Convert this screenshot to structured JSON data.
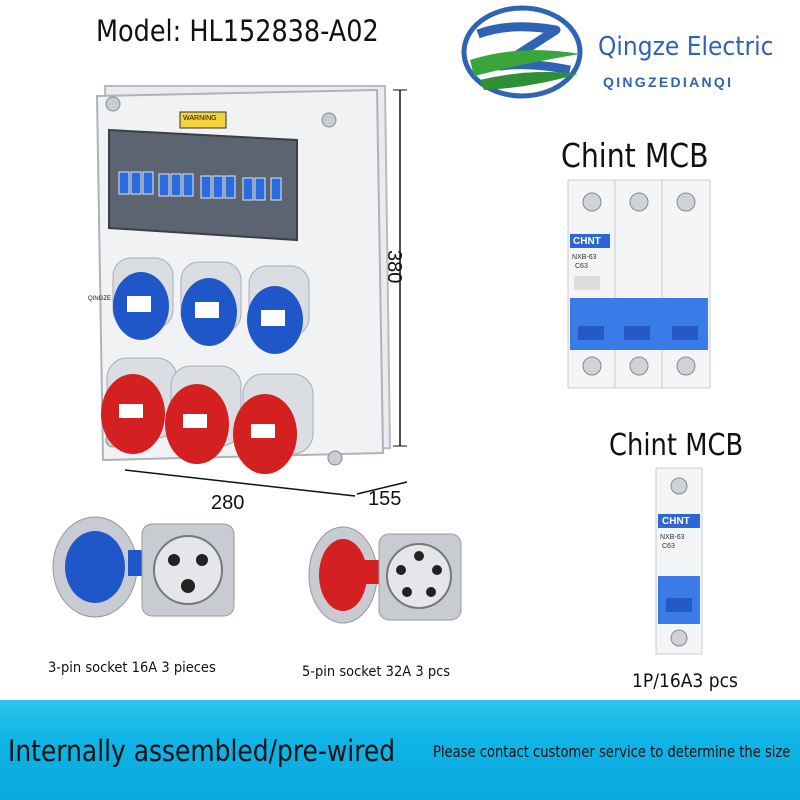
{
  "header": {
    "model": "Model: HL152838-A02"
  },
  "brand": {
    "name": "Qingze Electric",
    "subtitle": "QINGZEDIANQI",
    "logo": "qingze-logo",
    "color": "#2f63b4"
  },
  "box": {
    "warning_label": "WARNING",
    "socket_brand": "QINGZE",
    "dimensions": {
      "height": "380",
      "width": "280",
      "depth": "155"
    }
  },
  "mcb_3p": {
    "title": "Chint MCB",
    "brand_label": "CHNT",
    "model_label": "NXB-63",
    "rating_label": "C63"
  },
  "mcb_1p": {
    "title": "Chint MCB",
    "brand_label": "CHNT",
    "model_label": "NXB-63",
    "rating_label": "C63",
    "caption": "1P/16A3 pcs"
  },
  "sockets": {
    "three_pin_caption": "3-pin socket 16A 3 pieces",
    "five_pin_caption": "5-pin socket 32A 3 pcs"
  },
  "colors": {
    "blue_socket": "#1f57c8",
    "red_socket": "#d42020",
    "banner": "#12b5e8"
  },
  "banner": {
    "main_text": "Internally assembled/pre-wired",
    "sub_text": "Please contact customer service to determine the size"
  }
}
